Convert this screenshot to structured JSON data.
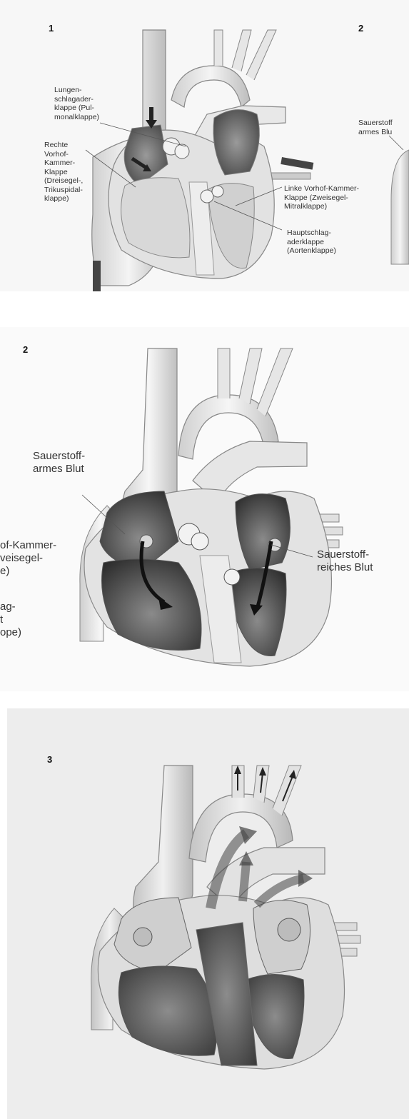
{
  "panel1": {
    "number": "1",
    "next_number": "2",
    "labels": {
      "pulmonary_valve": "Lungen-\nschlagader-\nklappe (Pul-\nmonalklappe)",
      "tricuspid_valve": "Rechte\nVorhof-\nKammer-\nKlappe\n(Dreisegel-,\nTrikuspidal-\nklappe)",
      "mitral_valve": "Linke Vorhof-Kammer-\nKlappe (Zweisegel-\nMitralklappe)",
      "aortic_valve": "Hauptschlag-\naderklappe\n(Aortenklappe)",
      "cropped_oxygen_poor": "Sauerstoff\narmes Blu"
    }
  },
  "panel2": {
    "number": "2",
    "labels": {
      "oxygen_poor": "Sauerstoff-\narmes Blut",
      "oxygen_rich": "Sauerstoff-\nreiches Blut",
      "cropped_valve_1": "of-Kammer-\nveisegel-\ne)",
      "cropped_valve_2": "ag-\nt\nope)"
    }
  },
  "panel3": {
    "number": "3"
  }
}
